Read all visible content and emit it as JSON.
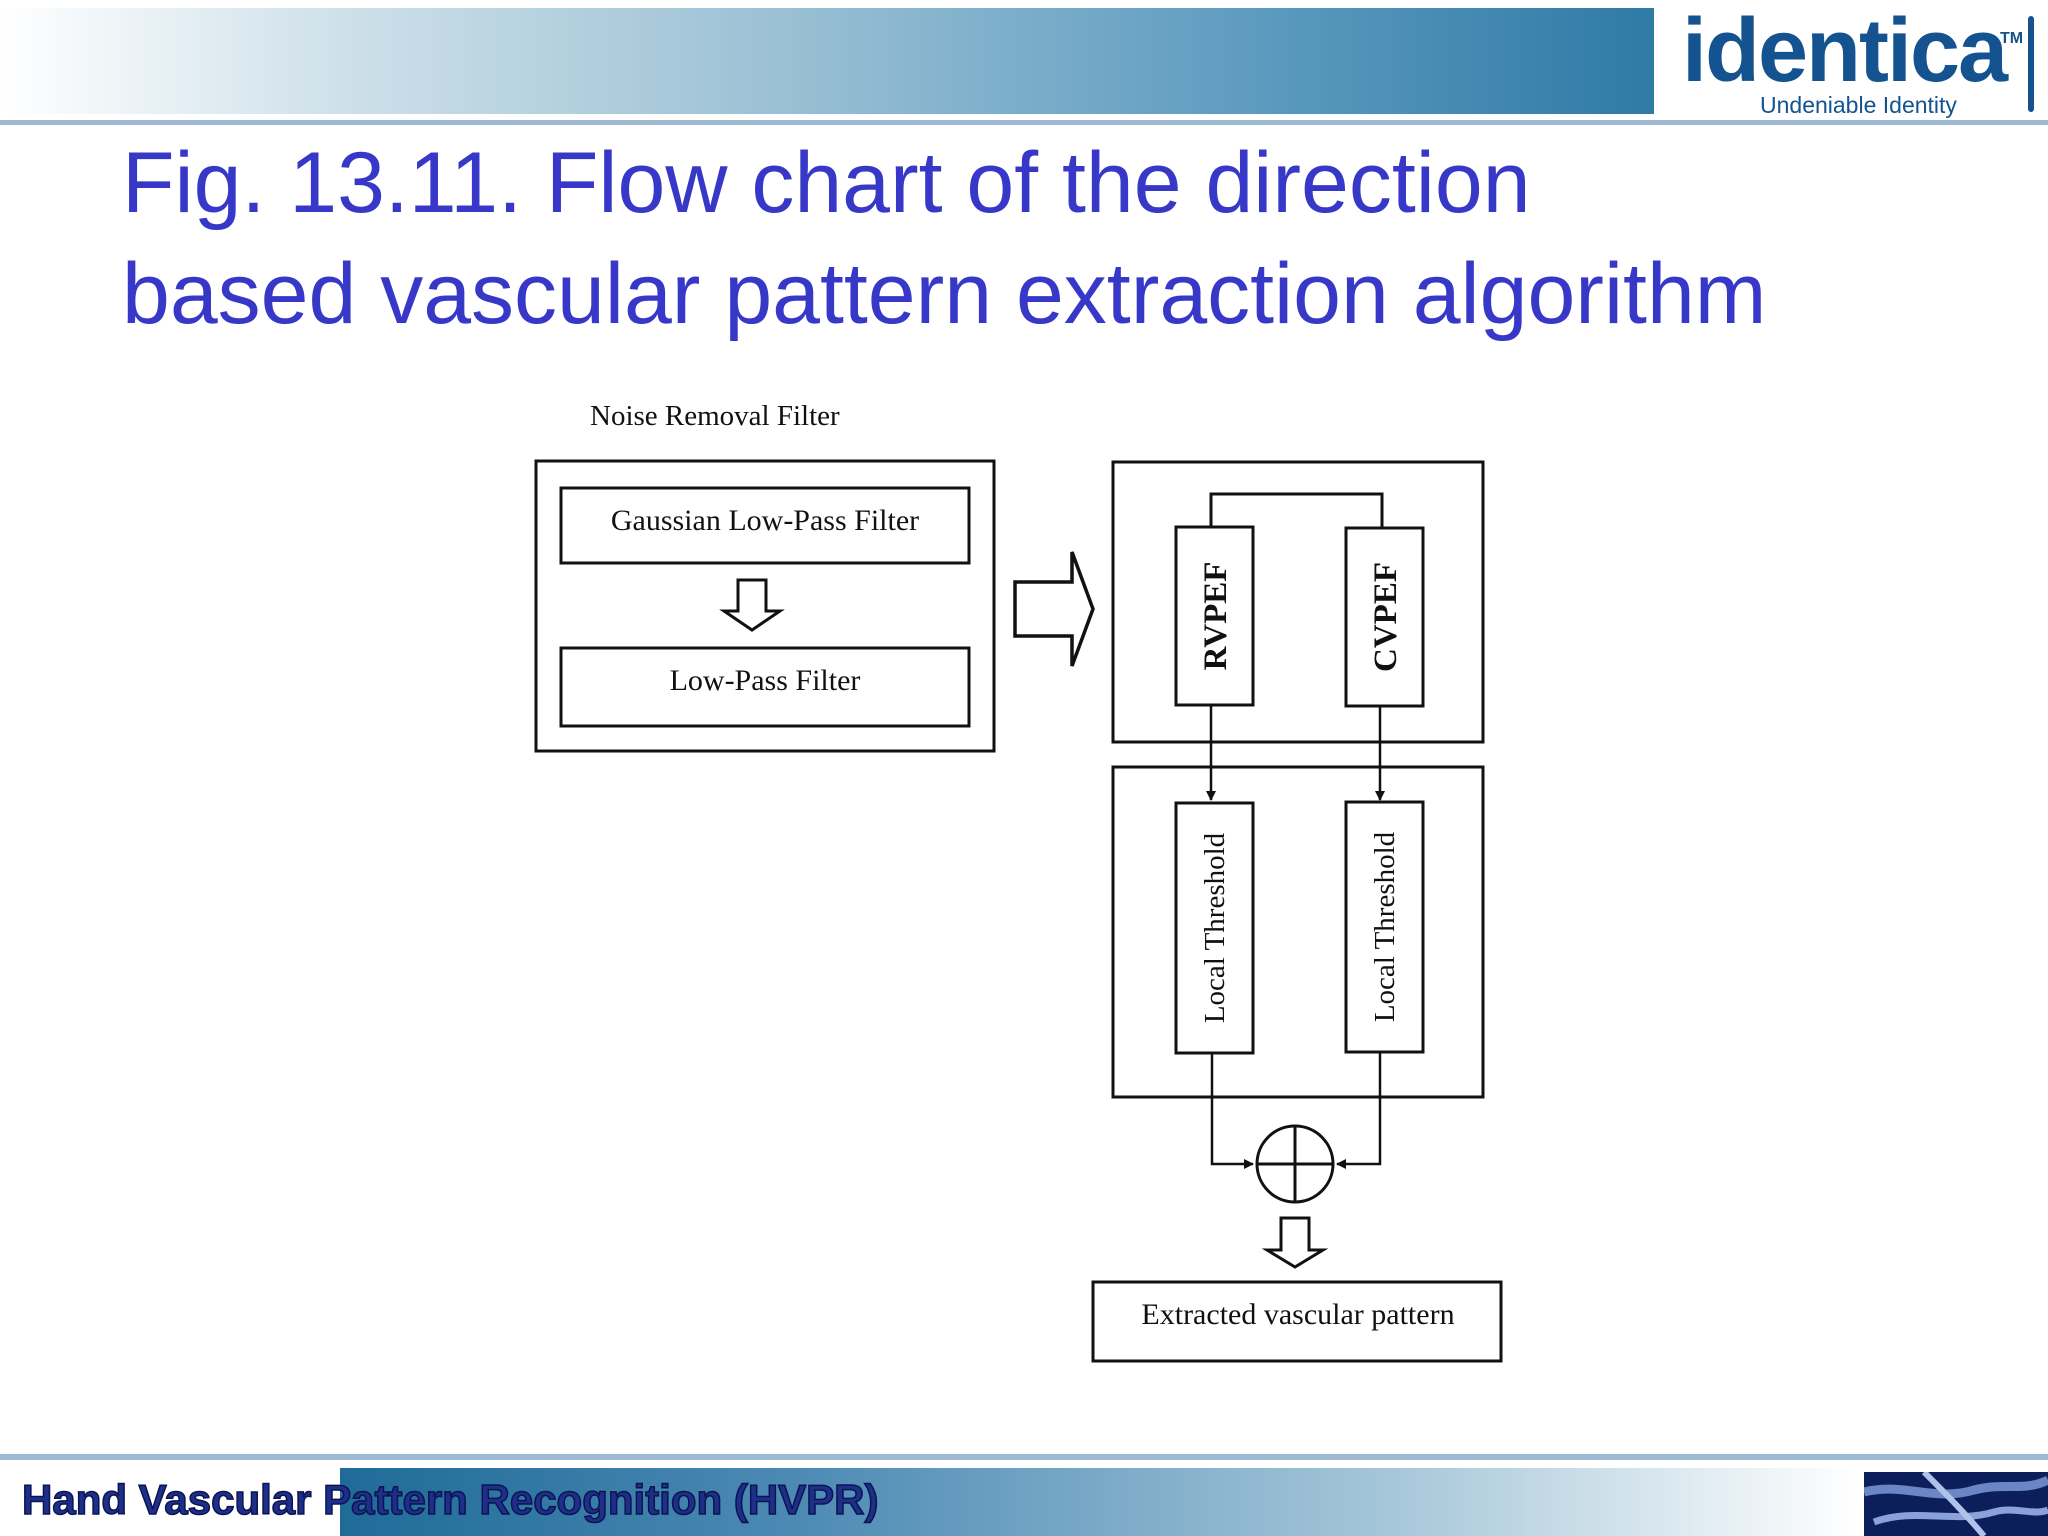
{
  "header": {
    "logo_text": "identica",
    "logo_tm": "TM",
    "logo_tagline": "Undeniable Identity"
  },
  "slide": {
    "title_line1": "Fig. 13.11. Flow chart of the direction",
    "title_line2": "based vascular pattern extraction algorithm"
  },
  "diagram": {
    "group_label": "Noise Removal Filter",
    "box_gaussian": "Gaussian Low-Pass Filter",
    "box_lowpass": "Low-Pass Filter",
    "box_rvpef": "RVPEF",
    "box_cvpef": "CVPEF",
    "box_threshold_left": "Local Threshold",
    "box_threshold_right": "Local Threshold",
    "box_output": "Extracted vascular pattern"
  },
  "footer": {
    "title": "Hand Vascular Pattern Recognition (HVPR)"
  }
}
